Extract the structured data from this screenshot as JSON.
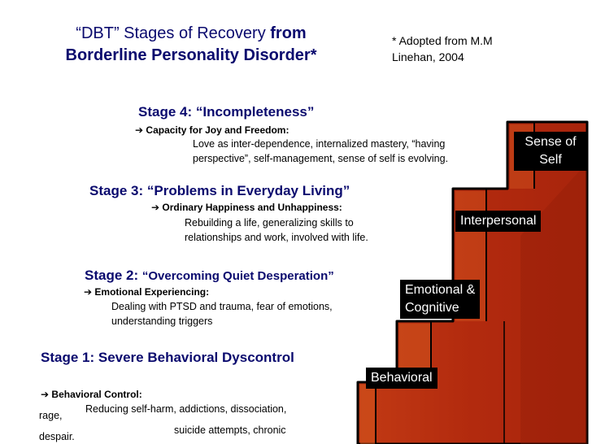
{
  "title": {
    "part1": "“DBT” Stages of Recovery ",
    "part2": "from",
    "line2": "Borderline Personality Disorder*"
  },
  "note": {
    "line1": "* Adopted from M.M",
    "line2": "Linehan, 2004"
  },
  "stages": [
    {
      "heading_prefix": "Stage 4: ",
      "heading_name": "“Incompleteness”",
      "arrow": "➔",
      "sub": "Capacity for Joy and Freedom:",
      "desc": [
        "Love as inter-dependence, internalized mastery, “having",
        "perspective”,  self-management, sense of self is evolving."
      ]
    },
    {
      "heading_prefix": "Stage 3:  ",
      "heading_name": "“Problems in Everyday Living”",
      "arrow": "➔",
      "sub": "Ordinary Happiness and Unhappiness:",
      "desc": [
        "Rebuilding a life,  generalizing skills to",
        "relationships and work, involved with life."
      ]
    },
    {
      "heading_prefix": "Stage 2: ",
      "heading_name": "“Overcoming Quiet Desperation”",
      "arrow": "➔",
      "sub": "Emotional Experiencing:",
      "desc": [
        "Dealing with PTSD and trauma, fear of emotions,",
        "understanding triggers"
      ]
    },
    {
      "heading_prefix": "Stage 1: ",
      "heading_name": "Severe Behavioral Dyscontrol",
      "arrow": "➔",
      "sub": "Behavioral Control:",
      "desc": [
        "Reducing self-harm, addictions, dissociation,",
        "rage,",
        "suicide attempts, chronic",
        "despair."
      ]
    }
  ],
  "steps": {
    "behavioral": "Behavioral",
    "emotional_line1": "Emotional &",
    "emotional_line2": "Cognitive",
    "interpersonal": "Interpersonal",
    "self_line1": "Sense of",
    "self_line2": "Self"
  },
  "colors": {
    "title_navy": "#0a0a6e",
    "stair_red": "#b82c10",
    "stair_highlight": "#e0702c",
    "stair_outline": "#000000",
    "label_bg": "#000000",
    "label_text": "#ffffff"
  }
}
